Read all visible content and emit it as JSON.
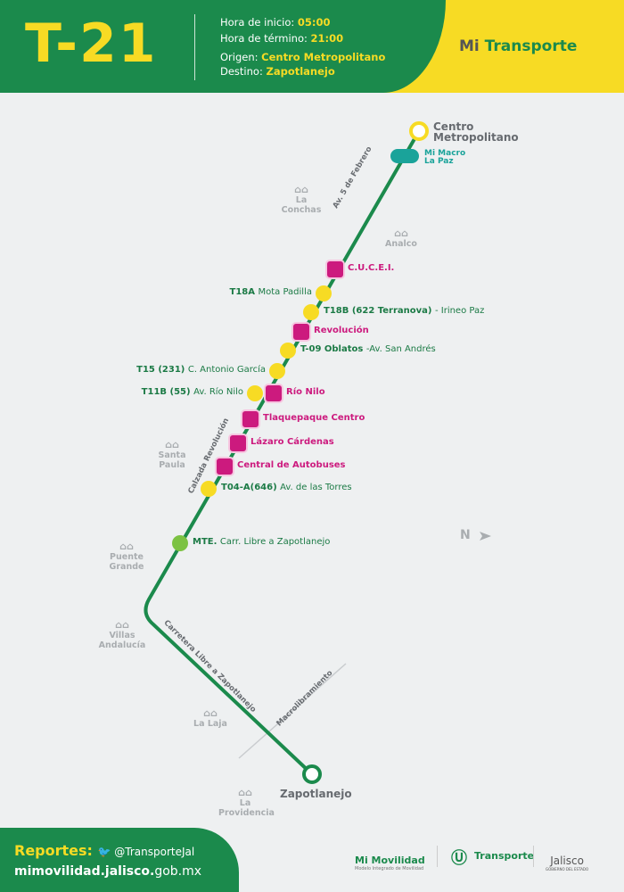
{
  "header": {
    "route": "T-21",
    "start_label": "Hora de inicio:",
    "start": "05:00",
    "end_label": "Hora de término:",
    "end": "21:00",
    "origin_label": "Origen:",
    "origin": "Centro Metropolitano",
    "dest_label": "Destino:",
    "dest": "Zapotlanejo",
    "brand_a": "Mi",
    "brand_b": "Transporte"
  },
  "terminals": {
    "start": "Centro Metropolitano",
    "end": "Zapotlanejo",
    "macro": "Mi Macro La Paz"
  },
  "streets": {
    "a": "Av. 5 de Febrero",
    "b": "Calzada Revolución",
    "c": "Carretera Libre a Zapotlanejo",
    "d": "Macrolibramiento"
  },
  "stops": [
    {
      "name": "C.U.C.E.I.",
      "type": "landmark"
    },
    {
      "code": "T18A",
      "name": "Mota Padilla",
      "type": "bus"
    },
    {
      "code": "T18B (622 Terranova)",
      "name": "- Irineo Paz",
      "type": "bus"
    },
    {
      "name": "Revolución",
      "type": "landmark"
    },
    {
      "code": "T-09 Oblatos",
      "name": "-Av. San Andrés",
      "type": "bus"
    },
    {
      "code": "T15 (231)",
      "name": "C. Antonio García",
      "type": "bus"
    },
    {
      "code": "T11B (55)",
      "name": "Av. Río Nilo",
      "type": "bus"
    },
    {
      "name": "Río Nilo",
      "type": "landmark"
    },
    {
      "name": "Tlaquepaque Centro",
      "type": "landmark"
    },
    {
      "name": "Lázaro Cárdenas",
      "type": "landmark"
    },
    {
      "name": "Central de Autobuses",
      "type": "landmark"
    },
    {
      "code": "T04-A(646)",
      "name": "Av. de las Torres",
      "type": "bus"
    },
    {
      "code": "MTE.",
      "name": "Carr. Libre a Zapotlanejo",
      "type": "mte"
    }
  ],
  "neighborhoods": [
    "La Conchas",
    "Analco",
    "Santa Paula",
    "Puente Grande",
    "Villas Andalucía",
    "La Laja",
    "La Providencia"
  ],
  "north": "N",
  "colors": {
    "green": "#1b8a4c",
    "yellow": "#f7db24",
    "pink": "#cc1a7e",
    "teal": "#1aa39a"
  },
  "footer": {
    "reports": "Reportes:",
    "twitter": "@TransporteJal",
    "url_a": "mimovilidad.jalisco.",
    "url_b": "gob.mx",
    "logo1": "Mi Movilidad",
    "logo1_sub": "Modelo Integrado de Movilidad",
    "logo2": "Transporte",
    "logo3": "Jalisco",
    "logo3_sub": "GOBIERNO DEL ESTADO"
  }
}
